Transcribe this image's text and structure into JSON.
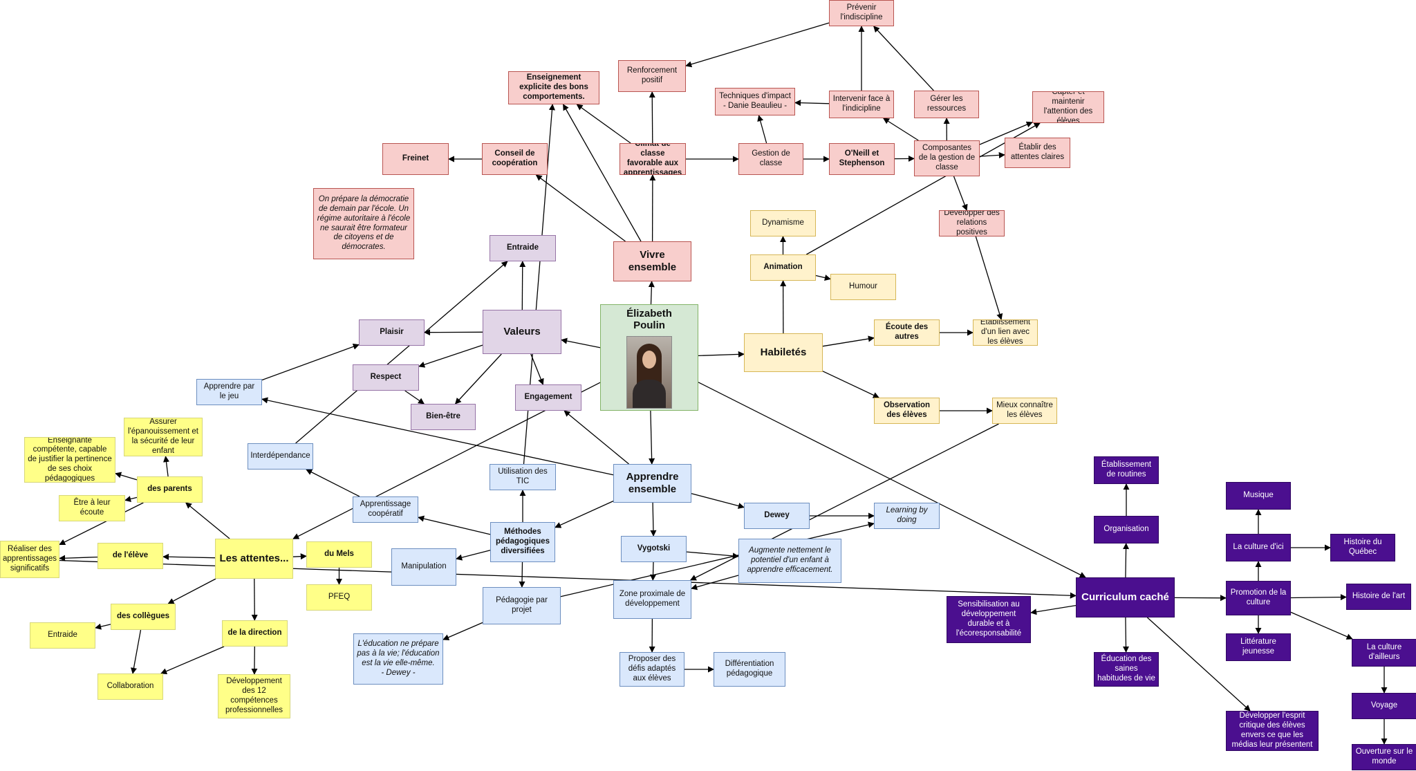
{
  "colors": {
    "red": "#f8cecc",
    "purple": "#e1d5e7",
    "blue": "#dae8fc",
    "orange": "#fff2cc",
    "yellow": "#ffff88",
    "green": "#d5e8d4",
    "dark_purple": "#4b0f8f",
    "edge": "#000000"
  },
  "nodes": [
    {
      "id": "center",
      "text": "Élizabeth\nPoulin",
      "color": "green",
      "icon": "portrait-photo"
    },
    {
      "id": "vivre",
      "text": "Vivre ensemble",
      "color": "red"
    },
    {
      "id": "climat",
      "text": "Climat de classe favorable aux apprentissages",
      "color": "red"
    },
    {
      "id": "renforcement",
      "text": "Renforcement positif",
      "color": "red"
    },
    {
      "id": "enseignement",
      "text": "Enseignement explicite des bons comportements.",
      "color": "red"
    },
    {
      "id": "conseil",
      "text": "Conseil de coopération",
      "color": "red"
    },
    {
      "id": "freinet",
      "text": "Freinet",
      "color": "red"
    },
    {
      "id": "democratie",
      "text": "On prépare la démocratie de demain par l'école. Un régime autoritaire à l'école ne saurait être formateur de citoyens et de démocrates.",
      "color": "red"
    },
    {
      "id": "gestion",
      "text": "Gestion de classe",
      "color": "red"
    },
    {
      "id": "techniques",
      "text": "Techniques d'impact\n- Danie Beaulieu -",
      "color": "red"
    },
    {
      "id": "oneill",
      "text": "O'Neill et Stephenson",
      "color": "red"
    },
    {
      "id": "composantes",
      "text": "Composantes de la gestion de classe",
      "color": "red"
    },
    {
      "id": "intervenir",
      "text": "Intervenir face à l'indicipline",
      "color": "red"
    },
    {
      "id": "prevenir",
      "text": "Prévenir l'indiscipline",
      "color": "red"
    },
    {
      "id": "gerer",
      "text": "Gérer les ressources",
      "color": "red"
    },
    {
      "id": "capter",
      "text": "Capter et maintenir l'attention des élèves",
      "color": "red"
    },
    {
      "id": "etablir",
      "text": "Établir des attentes claires",
      "color": "red"
    },
    {
      "id": "developper_rel",
      "text": "Développer des relations positives",
      "color": "red"
    },
    {
      "id": "valeurs",
      "text": "Valeurs",
      "color": "purple"
    },
    {
      "id": "entraide_p",
      "text": "Entraide",
      "color": "purple"
    },
    {
      "id": "plaisir",
      "text": "Plaisir",
      "color": "purple"
    },
    {
      "id": "respect",
      "text": "Respect",
      "color": "purple"
    },
    {
      "id": "bienetre",
      "text": "Bien-être",
      "color": "purple"
    },
    {
      "id": "engagement",
      "text": "Engagement",
      "color": "purple"
    },
    {
      "id": "habiletes",
      "text": "Habiletés",
      "color": "orange"
    },
    {
      "id": "animation",
      "text": "Animation",
      "color": "orange"
    },
    {
      "id": "dynamisme",
      "text": "Dynamisme",
      "color": "orange"
    },
    {
      "id": "humour",
      "text": "Humour",
      "color": "orange"
    },
    {
      "id": "ecoute",
      "text": "Écoute des autres",
      "color": "orange"
    },
    {
      "id": "etablissement_lien",
      "text": "Établissement d'un lien avec les élèves",
      "color": "orange"
    },
    {
      "id": "observation",
      "text": "Observation des élèves",
      "color": "orange"
    },
    {
      "id": "mieux",
      "text": "Mieux connaître les élèves",
      "color": "orange"
    },
    {
      "id": "apprendre",
      "text": "Apprendre ensemble",
      "color": "blue"
    },
    {
      "id": "tic",
      "text": "Utilisation des TIC",
      "color": "blue"
    },
    {
      "id": "methodes",
      "text": "Méthodes pédagogiques diversifiées",
      "color": "blue"
    },
    {
      "id": "manipulation",
      "text": "Manipulation",
      "color": "blue"
    },
    {
      "id": "projet",
      "text": "Pédagogie par projet",
      "color": "blue"
    },
    {
      "id": "dewey_q",
      "text": "L'éducation ne prépare pas à la vie; l'éducation est la vie elle-même.\n- Dewey -",
      "color": "blue"
    },
    {
      "id": "cooperatif",
      "text": "Apprentissage coopératif",
      "color": "blue"
    },
    {
      "id": "interdependance",
      "text": "Interdépendance",
      "color": "blue"
    },
    {
      "id": "jeu",
      "text": "Apprendre par le jeu",
      "color": "blue"
    },
    {
      "id": "vygotski",
      "text": "Vygotski",
      "color": "blue"
    },
    {
      "id": "augmente",
      "text": "Augmente nettement le potentiel d'un enfant à apprendre efficacement.",
      "color": "blue"
    },
    {
      "id": "zone",
      "text": "Zone proximale de développement",
      "color": "blue"
    },
    {
      "id": "proposer",
      "text": "Proposer des défis adaptés aux élèves",
      "color": "blue"
    },
    {
      "id": "differentiation",
      "text": "Différentiation pédagogique",
      "color": "blue"
    },
    {
      "id": "dewey",
      "text": "Dewey",
      "color": "blue"
    },
    {
      "id": "learning",
      "text": "Learning by doing",
      "color": "blue"
    },
    {
      "id": "attentes",
      "text": "Les attentes...",
      "color": "yellow"
    },
    {
      "id": "parents",
      "text": "des parents",
      "color": "yellow"
    },
    {
      "id": "assurer",
      "text": "Assurer l'épanouissement et la sécurité de leur enfant",
      "color": "yellow"
    },
    {
      "id": "competente",
      "text": "Enseignante compétente, capable de justifier la pertinence de ses choix pédagogiques",
      "color": "yellow"
    },
    {
      "id": "ecoute_y",
      "text": "Être à leur écoute",
      "color": "yellow"
    },
    {
      "id": "eleve",
      "text": "de l'élève",
      "color": "yellow"
    },
    {
      "id": "realiser",
      "text": "Réaliser des apprentissages significatifs",
      "color": "yellow"
    },
    {
      "id": "mels",
      "text": "du Mels",
      "color": "yellow"
    },
    {
      "id": "pfeq",
      "text": "PFEQ",
      "color": "yellow"
    },
    {
      "id": "collegues",
      "text": "des collègues",
      "color": "yellow"
    },
    {
      "id": "entraide_y",
      "text": "Entraide",
      "color": "yellow"
    },
    {
      "id": "collaboration",
      "text": "Collaboration",
      "color": "yellow"
    },
    {
      "id": "direction",
      "text": "de la direction",
      "color": "yellow"
    },
    {
      "id": "developpement12",
      "text": "Développement des 12 compétences professionnelles",
      "color": "yellow"
    },
    {
      "id": "curriculum",
      "text": "Curriculum caché",
      "color": "dark"
    },
    {
      "id": "organisation",
      "text": "Organisation",
      "color": "dark"
    },
    {
      "id": "routines",
      "text": "Établissement de routines",
      "color": "dark"
    },
    {
      "id": "sensibilisation",
      "text": "Sensibilisation au développement durable et à l'écoresponsabilité",
      "color": "dark"
    },
    {
      "id": "saines",
      "text": "Éducation des saines habitudes de vie",
      "color": "dark"
    },
    {
      "id": "esprit",
      "text": "Développer l'esprit critique des élèves envers ce que les médias leur présentent",
      "color": "dark"
    },
    {
      "id": "promotion",
      "text": "Promotion de la culture",
      "color": "dark"
    },
    {
      "id": "culture_ici",
      "text": "La culture d'ici",
      "color": "dark"
    },
    {
      "id": "musique",
      "text": "Musique",
      "color": "dark"
    },
    {
      "id": "histoire_qc",
      "text": "Histoire du Québec",
      "color": "dark"
    },
    {
      "id": "histoire_art",
      "text": "Histoire de l'art",
      "color": "dark"
    },
    {
      "id": "litterature",
      "text": "Littérature jeunesse",
      "color": "dark"
    },
    {
      "id": "culture_ailleurs",
      "text": "La culture d'ailleurs",
      "color": "dark"
    },
    {
      "id": "voyage",
      "text": "Voyage",
      "color": "dark"
    },
    {
      "id": "ouverture",
      "text": "Ouverture sur le monde",
      "color": "dark"
    }
  ],
  "edges": [
    [
      "center",
      "vivre"
    ],
    [
      "center",
      "valeurs"
    ],
    [
      "center",
      "habiletes"
    ],
    [
      "center",
      "apprendre"
    ],
    [
      "center",
      "attentes"
    ],
    [
      "center",
      "curriculum"
    ],
    [
      "vivre",
      "climat"
    ],
    [
      "vivre",
      "enseignement"
    ],
    [
      "vivre",
      "conseil"
    ],
    [
      "climat",
      "renforcement"
    ],
    [
      "climat",
      "enseignement"
    ],
    [
      "climat",
      "gestion"
    ],
    [
      "conseil",
      "freinet"
    ],
    [
      "gestion",
      "techniques"
    ],
    [
      "gestion",
      "oneill"
    ],
    [
      "oneill",
      "composantes"
    ],
    [
      "composantes",
      "intervenir"
    ],
    [
      "composantes",
      "gerer"
    ],
    [
      "composantes",
      "capter"
    ],
    [
      "composantes",
      "etablir"
    ],
    [
      "composantes",
      "developper_rel"
    ],
    [
      "intervenir",
      "techniques"
    ],
    [
      "intervenir",
      "prevenir"
    ],
    [
      "gerer",
      "prevenir"
    ],
    [
      "prevenir",
      "renforcement"
    ],
    [
      "developper_rel",
      "etablissement_lien"
    ],
    [
      "valeurs",
      "entraide_p"
    ],
    [
      "valeurs",
      "plaisir"
    ],
    [
      "valeurs",
      "respect"
    ],
    [
      "valeurs",
      "bienetre"
    ],
    [
      "valeurs",
      "engagement"
    ],
    [
      "respect",
      "bienetre"
    ],
    [
      "habiletes",
      "animation"
    ],
    [
      "habiletes",
      "ecoute"
    ],
    [
      "habiletes",
      "observation"
    ],
    [
      "animation",
      "dynamisme"
    ],
    [
      "animation",
      "humour"
    ],
    [
      "animation",
      "capter"
    ],
    [
      "ecoute",
      "etablissement_lien"
    ],
    [
      "observation",
      "mieux"
    ],
    [
      "mieux",
      "zone"
    ],
    [
      "apprendre",
      "methodes"
    ],
    [
      "apprendre",
      "vygotski"
    ],
    [
      "apprendre",
      "dewey"
    ],
    [
      "apprendre",
      "jeu"
    ],
    [
      "apprendre",
      "engagement"
    ],
    [
      "methodes",
      "tic"
    ],
    [
      "methodes",
      "manipulation"
    ],
    [
      "methodes",
      "projet"
    ],
    [
      "methodes",
      "cooperatif"
    ],
    [
      "cooperatif",
      "interdependance"
    ],
    [
      "interdependance",
      "entraide_p"
    ],
    [
      "jeu",
      "plaisir"
    ],
    [
      "projet",
      "dewey_q"
    ],
    [
      "projet",
      "learning"
    ],
    [
      "dewey",
      "learning"
    ],
    [
      "vygotski",
      "augmente"
    ],
    [
      "vygotski",
      "zone"
    ],
    [
      "augmente",
      "zone"
    ],
    [
      "zone",
      "proposer"
    ],
    [
      "proposer",
      "differentiation"
    ],
    [
      "attentes",
      "parents"
    ],
    [
      "attentes",
      "eleve"
    ],
    [
      "attentes",
      "mels"
    ],
    [
      "attentes",
      "collegues"
    ],
    [
      "attentes",
      "direction"
    ],
    [
      "parents",
      "assurer"
    ],
    [
      "parents",
      "competente"
    ],
    [
      "parents",
      "ecoute_y"
    ],
    [
      "parents",
      "realiser"
    ],
    [
      "eleve",
      "realiser"
    ],
    [
      "mels",
      "pfeq"
    ],
    [
      "collegues",
      "entraide_y"
    ],
    [
      "collegues",
      "collaboration"
    ],
    [
      "direction",
      "developpement12"
    ],
    [
      "direction",
      "collaboration"
    ],
    [
      "realiser",
      "curriculum"
    ],
    [
      "tic",
      "enseignement"
    ],
    [
      "curriculum",
      "organisation"
    ],
    [
      "organisation",
      "routines"
    ],
    [
      "curriculum",
      "sensibilisation"
    ],
    [
      "curriculum",
      "saines"
    ],
    [
      "curriculum",
      "esprit"
    ],
    [
      "curriculum",
      "promotion"
    ],
    [
      "promotion",
      "culture_ici"
    ],
    [
      "culture_ici",
      "musique"
    ],
    [
      "culture_ici",
      "histoire_qc"
    ],
    [
      "promotion",
      "histoire_art"
    ],
    [
      "promotion",
      "litterature"
    ],
    [
      "promotion",
      "culture_ailleurs"
    ],
    [
      "culture_ailleurs",
      "voyage"
    ],
    [
      "voyage",
      "ouverture"
    ]
  ]
}
